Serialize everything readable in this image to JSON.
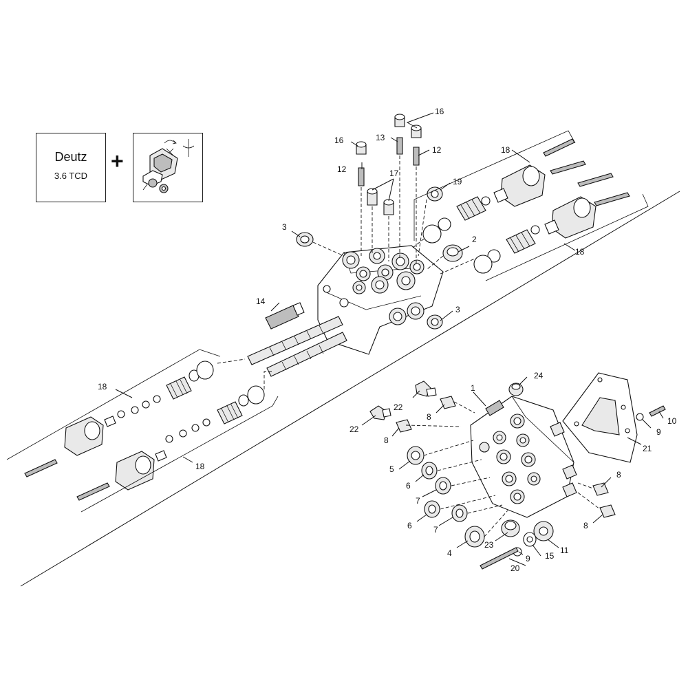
{
  "engine_box": {
    "name": "Deutz",
    "model": "3.6 TCD"
  },
  "combine_symbol": "+",
  "option_box_icon": "rotary-valve-option-icon",
  "callouts": {
    "c1": "1",
    "c2": "2",
    "c3a": "3",
    "c3b": "3",
    "c4": "4",
    "c5": "5",
    "c6a": "6",
    "c6b": "6",
    "c7a": "7",
    "c7b": "7",
    "c8a": "8",
    "c8b": "8",
    "c8c": "8",
    "c8d": "8",
    "c9a": "9",
    "c9b": "9",
    "c10": "10",
    "c11": "11",
    "c12a": "12",
    "c12b": "12",
    "c13": "13",
    "c14": "14",
    "c15": "15",
    "c16a": "16",
    "c16b": "16",
    "c17": "17",
    "c18a": "18",
    "c18b": "18",
    "c18c": "18",
    "c18d": "18",
    "c19": "19",
    "c20": "20",
    "c21": "21",
    "c22a": "22",
    "c22b": "22",
    "c23": "23",
    "c24": "24"
  }
}
